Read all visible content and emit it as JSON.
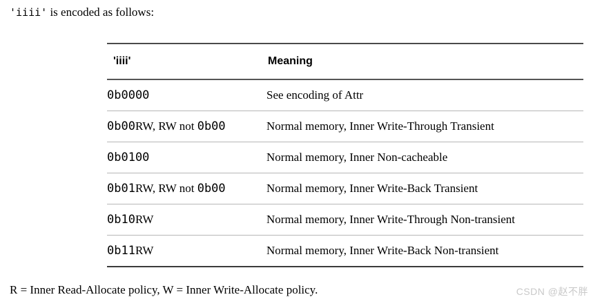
{
  "document": {
    "intro": {
      "code_part": "'iiii'",
      "text_part": " is encoded as follows:"
    },
    "table": {
      "headers": {
        "col1": "'iiii'",
        "col2": "Meaning"
      },
      "rows": [
        {
          "code_segments": [
            {
              "text": "0b0000",
              "style": "mono"
            }
          ],
          "code_plain": "0b0000",
          "meaning": "See encoding of Attr"
        },
        {
          "code_segments": [
            {
              "text": "0b00",
              "style": "mono"
            },
            {
              "text": "RW, RW not ",
              "style": "serif"
            },
            {
              "text": "0b00",
              "style": "mono"
            }
          ],
          "code_plain": "0b00RW, RW not 0b00",
          "meaning": "Normal memory, Inner Write-Through Transient"
        },
        {
          "code_segments": [
            {
              "text": "0b0100",
              "style": "mono"
            }
          ],
          "code_plain": "0b0100",
          "meaning": "Normal memory, Inner Non-cacheable"
        },
        {
          "code_segments": [
            {
              "text": "0b01",
              "style": "mono"
            },
            {
              "text": "RW, RW not ",
              "style": "serif"
            },
            {
              "text": "0b00",
              "style": "mono"
            }
          ],
          "code_plain": "0b01RW, RW not 0b00",
          "meaning": "Normal memory, Inner Write-Back Transient"
        },
        {
          "code_segments": [
            {
              "text": "0b10",
              "style": "mono"
            },
            {
              "text": "RW",
              "style": "serif"
            }
          ],
          "code_plain": "0b10RW",
          "meaning": "Normal memory, Inner Write-Through Non-transient"
        },
        {
          "code_segments": [
            {
              "text": "0b11",
              "style": "mono"
            },
            {
              "text": "RW",
              "style": "serif"
            }
          ],
          "code_plain": "0b11RW",
          "meaning": "Normal memory, Inner Write-Back Non-transient"
        }
      ]
    },
    "legend": "R = Inner Read-Allocate policy, W = Inner Write-Allocate policy.",
    "watermark": "CSDN @赵不胖"
  },
  "colors": {
    "background": "#ffffff",
    "text": "#000000",
    "rule_heavy": "#3a3a3a",
    "rule_light": "#b6b6b6",
    "watermark": "#c9c9c9"
  }
}
